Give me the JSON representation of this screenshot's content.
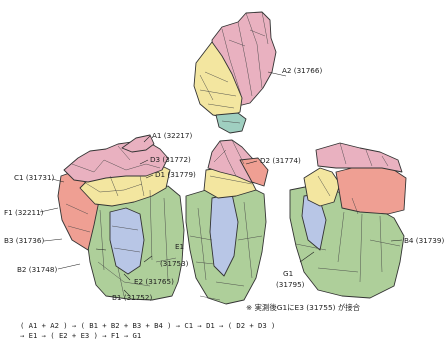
{
  "colors": {
    "pink": "#e9b1c0",
    "yellow": "#f3e6a0",
    "green": "#aecf9a",
    "blue": "#b8c6e6",
    "salmon": "#ef9f93",
    "teal": "#9fcfc0",
    "outline": "#333333"
  },
  "labels": {
    "a2": "A2 (31766)",
    "a1": "A1 (32217)",
    "d3": "D3 (31772)",
    "d1": "D1 (31779)",
    "d2": "D2 (31774)",
    "c1": "C1 (31731)",
    "f1": "F1 (32211)",
    "b3": "B3 (31736)",
    "e1": "E1",
    "e1_num": "(31753)",
    "b2": "B2 (31748)",
    "e2": "E2 (31765)",
    "b1": "B1 (31752)",
    "g1": "G1",
    "g1_num": "(31795)",
    "b4": "B4 (31739)"
  },
  "note": "※ 実測後G1にE3 (31755) が接合",
  "sequence": {
    "line1": "( A1 + A2 ) → ( B1 + B2 + B3 + B4 ) → C1 → D1 → ( D2 + D3 )",
    "line2": "→ E1 → ( E2 + E3 ) → F1 → G1"
  }
}
